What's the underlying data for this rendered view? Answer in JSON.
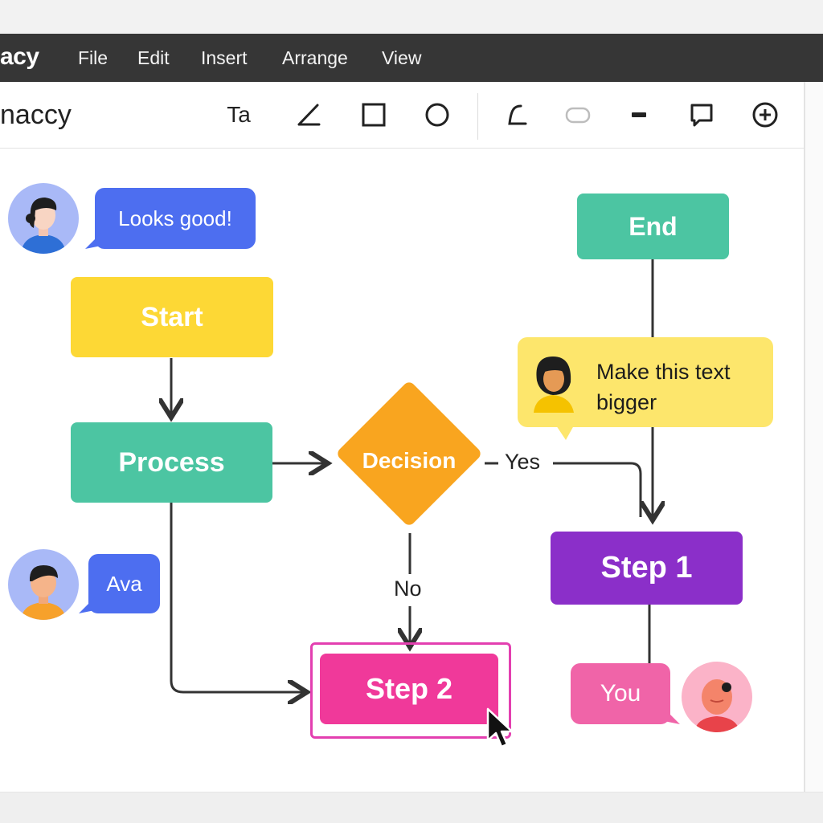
{
  "app": {
    "brand": "acy",
    "doc_title": "naccy",
    "menu": [
      "File",
      "Edit",
      "Insert",
      "Arrange",
      "View"
    ]
  },
  "toolbar": {
    "tools": [
      {
        "name": "text-tool",
        "icon": "text-icon",
        "label": "Ta"
      },
      {
        "name": "line-tool",
        "icon": "line-icon"
      },
      {
        "name": "rectangle-tool",
        "icon": "square-icon"
      },
      {
        "name": "ellipse-tool",
        "icon": "circle-icon"
      },
      {
        "name": "connector-tool",
        "icon": "connector-icon"
      },
      {
        "name": "rounded-rect-tool",
        "icon": "rounded-rect-icon"
      },
      {
        "name": "minus-tool",
        "icon": "minus-icon"
      },
      {
        "name": "comment-tool",
        "icon": "comment-icon"
      },
      {
        "name": "add-tool",
        "icon": "plus-circle-icon"
      }
    ]
  },
  "flowchart": {
    "nodes": {
      "start": "Start",
      "process": "Process",
      "decision": "Decision",
      "end": "End",
      "step1": "Step 1",
      "step2": "Step 2"
    },
    "edges": {
      "yes": "Yes",
      "no": "No"
    }
  },
  "comments": {
    "top_left": "Looks good!",
    "ava": "Ava",
    "note": "Make this text bigger",
    "you": "You"
  },
  "colors": {
    "menubar": "#363636",
    "start": "#fdd835",
    "process": "#4cc5a2",
    "end": "#4cc5a2",
    "decision": "#f9a51f",
    "step1": "#8b2fc9",
    "step2": "#f0399a",
    "selection": "#e33fb0",
    "bubble_blue": "#4d6ef0",
    "bubble_pink": "#f064a8",
    "note_yellow": "#fde66c"
  }
}
